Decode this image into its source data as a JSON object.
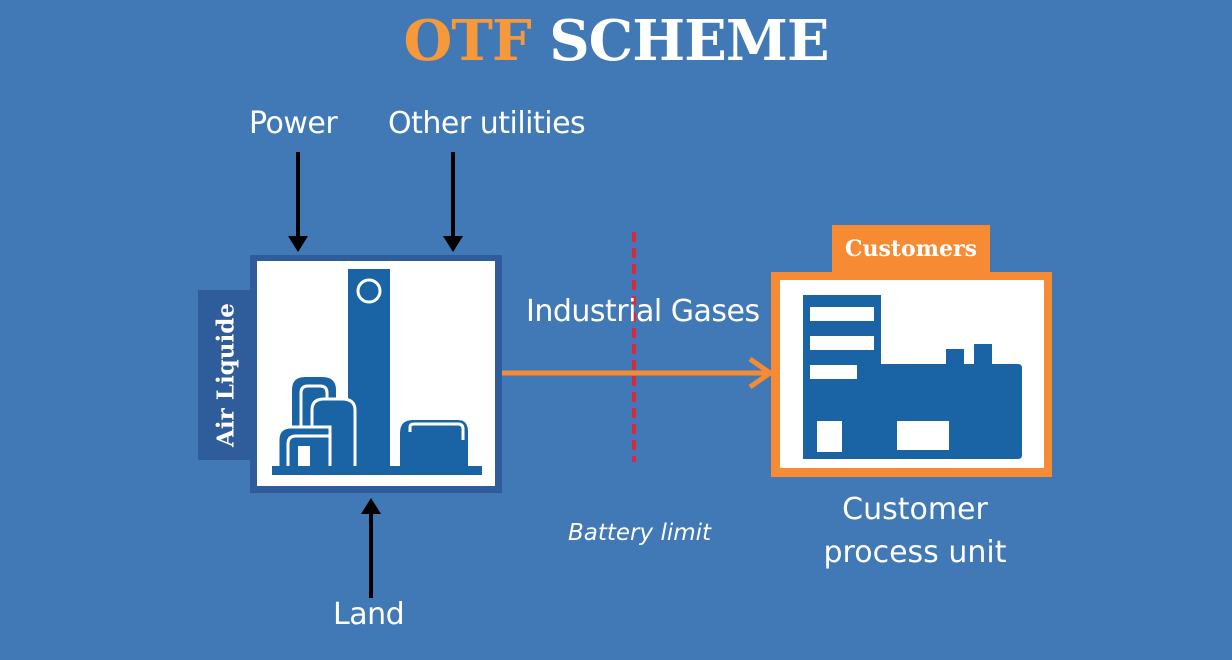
{
  "title": {
    "part1": "OTF",
    "part2": "SCHEME"
  },
  "colors": {
    "background": "#4079b5",
    "accent_orange": "#f68b33",
    "title_orange": "#f7983a",
    "plant_blue": "#1a64a6",
    "dark_blue_panel": "#2f5d9c",
    "battery_limit_red": "#d9283f",
    "input_arrow": "#000000"
  },
  "inputs": {
    "power": "Power",
    "other_utilities": "Other utilities",
    "land": "Land"
  },
  "supplier": {
    "label": "Air Liquide",
    "icon": "industrial-plant-icon"
  },
  "flow": {
    "label": "Industrial Gases"
  },
  "battery_limit": {
    "label": "Battery limit"
  },
  "customer": {
    "tab_label": "Customers",
    "caption_line1": "Customer",
    "caption_line2": "process unit",
    "icon": "factory-building-icon"
  }
}
